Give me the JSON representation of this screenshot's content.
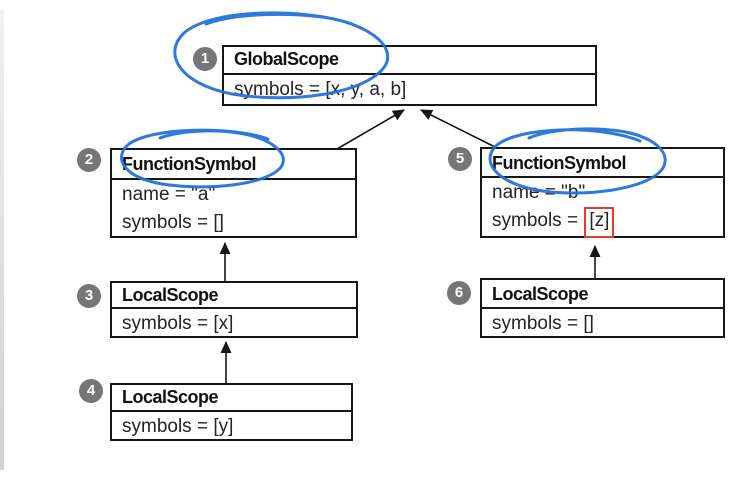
{
  "diagram": {
    "title_hint": "scope-tree",
    "colors": {
      "ink": "#161616",
      "text": "#242424",
      "badge_gray": "#767676",
      "annotation_blue": "#2472d8",
      "highlight_red": "#e8392f",
      "background": "#ffffff"
    },
    "boxes": [
      {
        "badge": "1",
        "title": "GlobalScope",
        "lines": [
          {
            "text": "symbols = [x, y, a, b]"
          }
        ]
      },
      {
        "badge": "2",
        "title": "FunctionSymbol",
        "lines": [
          {
            "text": "name = \"a\""
          },
          {
            "text": "symbols = []"
          }
        ]
      },
      {
        "badge": "3",
        "title": "LocalScope",
        "lines": [
          {
            "text": "symbols = [x]"
          }
        ]
      },
      {
        "badge": "4",
        "title": "LocalScope",
        "lines": [
          {
            "text": "symbols = [y]"
          }
        ]
      },
      {
        "badge": "5",
        "title": "FunctionSymbol",
        "lines": [
          {
            "text": "name = \"b\""
          },
          {
            "prefix": "symbols = ",
            "highlight": "[z]"
          }
        ]
      },
      {
        "badge": "6",
        "title": "LocalScope",
        "lines": [
          {
            "text": "symbols = []"
          }
        ]
      }
    ],
    "annotations": {
      "blue_circled_titles": [
        "GlobalScope",
        "FunctionSymbol",
        "FunctionSymbol"
      ],
      "red_highlighted_value": "[z]",
      "arrows": [
        "FunctionSymbol(2) -> GlobalScope(1)",
        "FunctionSymbol(5) -> GlobalScope(1)",
        "LocalScope(3) -> FunctionSymbol(2)",
        "LocalScope(4) -> LocalScope(3)",
        "LocalScope(6) -> FunctionSymbol(5)"
      ]
    }
  }
}
